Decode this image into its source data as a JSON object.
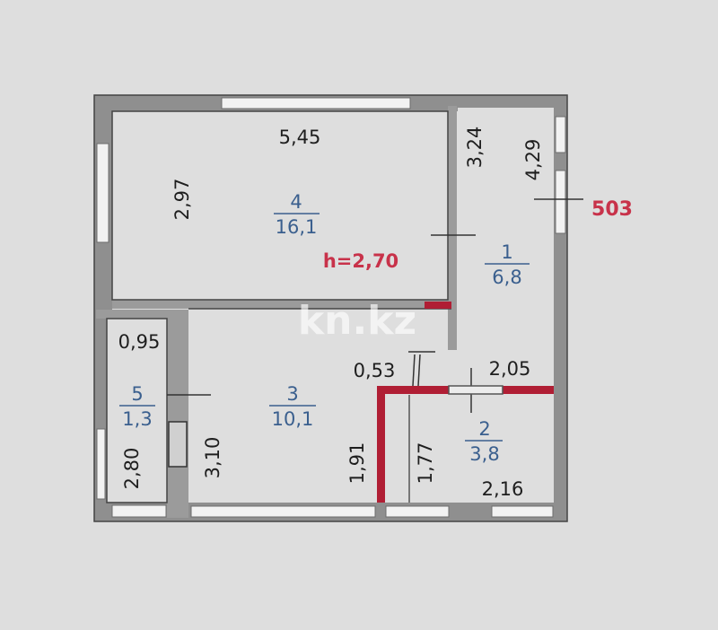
{
  "plan": {
    "apartment_number": "503",
    "ceiling_height": "h=2,70",
    "watermark": "kn.kz",
    "colors": {
      "background": "#dedede",
      "wall": "#8f8f8f",
      "bathroom_wall": "#b01e34",
      "room_number": "#3a5f8e",
      "accent_text": "#c8324a"
    },
    "rooms": [
      {
        "number": "4",
        "area": "16,1"
      },
      {
        "number": "1",
        "area": "6,8"
      },
      {
        "number": "3",
        "area": "10,1"
      },
      {
        "number": "5",
        "area": "1,3"
      },
      {
        "number": "2",
        "area": "3,8"
      }
    ],
    "dimensions": {
      "room4_width": "5,45",
      "room4_depth": "2,97",
      "room1_upper": "3,24",
      "room1_side": "4,29",
      "room5_width": "0,95",
      "room5_depth": "2,80",
      "room3_depth": "3,10",
      "door_width": "0,53",
      "bath_width_top": "2,05",
      "bath_left_height": "1,91",
      "bath_inner_height": "1,77",
      "bath_width_bottom": "2,16"
    }
  }
}
